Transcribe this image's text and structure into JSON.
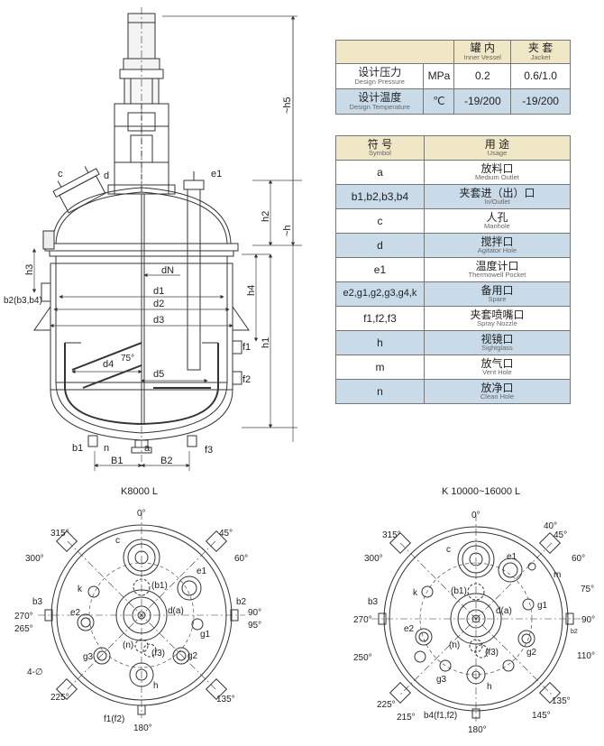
{
  "spec_table": {
    "header": {
      "inner": {
        "cn": "罐 内",
        "en": "Inner Vessel"
      },
      "jacket": {
        "cn": "夹 套",
        "en": "Jacket"
      }
    },
    "rows": [
      {
        "cn": "设计压力",
        "en": "Design Pressure",
        "unit": "MPa",
        "inner": "0.2",
        "jacket": "0.6/1.0"
      },
      {
        "cn": "设计温度",
        "en": "Design Temperature",
        "unit": "℃",
        "inner": "-19/200",
        "jacket": "-19/200"
      }
    ]
  },
  "symbol_table": {
    "header": {
      "symbol": {
        "cn": "符 号",
        "en": "Symbol"
      },
      "usage": {
        "cn": "用 途",
        "en": "Usage"
      }
    },
    "rows": [
      {
        "symbol": "a",
        "cn": "放料口",
        "en": "Medium Outlet"
      },
      {
        "symbol": "b1,b2,b3,b4",
        "cn": "夹套进（出）口",
        "en": "In/Outlet"
      },
      {
        "symbol": "c",
        "cn": "人孔",
        "en": "Manhole"
      },
      {
        "symbol": "d",
        "cn": "搅拌口",
        "en": "Agitator Hole"
      },
      {
        "symbol": "e1",
        "cn": "温度计口",
        "en": "Thermowell Pocket"
      },
      {
        "symbol": "e2,g1,g2,g3,g4,k",
        "cn": "备用口",
        "en": "Spare"
      },
      {
        "symbol": "f1,f2,f3",
        "cn": "夹套喷嘴口",
        "en": "Spray Nozzle"
      },
      {
        "symbol": "h",
        "cn": "视镜口",
        "en": "Sightglass"
      },
      {
        "symbol": "m",
        "cn": "放气口",
        "en": "Vent Hole"
      },
      {
        "symbol": "n",
        "cn": "放净口",
        "en": "Clean Hole"
      }
    ]
  },
  "elevation": {
    "labels": {
      "c": "c",
      "d": "d",
      "e1": "e1",
      "dN": "dN",
      "d1": "d1",
      "d2": "d2",
      "d3": "d3",
      "d4": "d4",
      "d5": "d5",
      "angle": "75°",
      "h1": "h1",
      "h2": "h2",
      "h3": "h3",
      "h4": "h4",
      "h5": "~h5",
      "h": "~h",
      "b2b3b4": "b2(b3,b4)",
      "f1": "f1",
      "f2": "f2",
      "f3": "f3",
      "b1": "b1",
      "n": "n",
      "a": "a",
      "B1": "B1",
      "B2": "B2"
    }
  },
  "plan_left": {
    "title": "K8000 L",
    "angles": {
      "a0": "0°",
      "a45": "45°",
      "a60": "60°",
      "a90": "90°",
      "a95": "95°",
      "a135": "135°",
      "a180": "180°",
      "a225": "225°",
      "a265": "265°",
      "a270": "270°",
      "a300": "300°",
      "a315": "315°"
    },
    "nozzles": {
      "c": "c",
      "b1": "(b1)",
      "e1": "e1",
      "k": "k",
      "da": "d(a)",
      "e2": "e2",
      "g1": "g1",
      "g2": "g2",
      "g3": "g3",
      "n": "(n)",
      "f3": "(f3)",
      "h": "h",
      "b2": "b2",
      "b3": "b3",
      "f1f2": "f1(f2)",
      "leg": "4-∅"
    }
  },
  "plan_right": {
    "title": "K 10000~16000 L",
    "angles": {
      "a0": "0°",
      "a40": "40°",
      "a45": "45°",
      "a60": "60°",
      "a75": "75°",
      "a90": "90°",
      "a110": "110°",
      "a135": "135°",
      "a145": "145°",
      "a180": "180°",
      "a215": "215°",
      "a225": "225°",
      "a250": "250°",
      "a270": "270°",
      "a300": "300°",
      "a315": "315°"
    },
    "nozzles": {
      "c": "c",
      "e1": "e1",
      "m": "m",
      "k": "k",
      "b1": "(b1)",
      "da": "d(a)",
      "g1": "g1",
      "e2": "e2",
      "g2": "g2",
      "n": "(n)",
      "f3": "(f3)",
      "g3": "g3",
      "b3": "b3",
      "b4f1f2": "b4(f1,f2)",
      "h": "h",
      "b2": "b2"
    }
  }
}
